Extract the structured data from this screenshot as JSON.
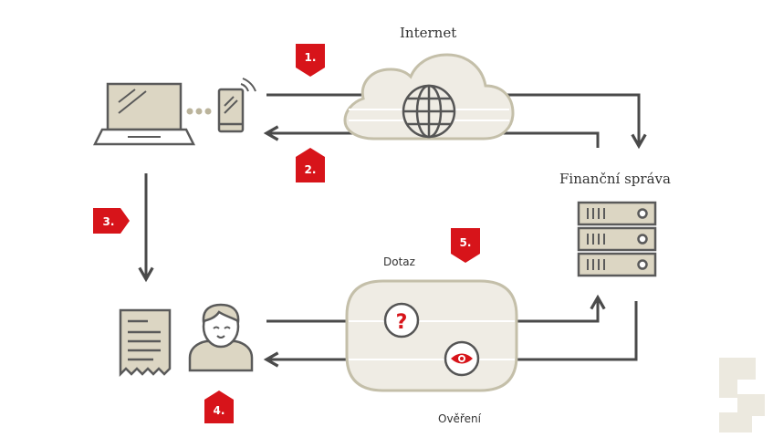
{
  "labels": {
    "internet": "Internet",
    "financni_sprava": "Finanční správa",
    "dotaz": "Dotaz",
    "overeni": "Ověření"
  },
  "steps": [
    "1.",
    "2.",
    "3.",
    "4.",
    "5."
  ],
  "icons": {
    "laptop": "laptop-icon",
    "phone": "smartphone-icon",
    "cloud": "cloud-icon",
    "globe": "globe-icon",
    "server": "server-icon",
    "receipt": "receipt-icon",
    "person": "person-icon",
    "question": "question-mark-icon",
    "eye": "eye-icon",
    "logo": "brand-logo"
  },
  "colors": {
    "badge": "#d7141a",
    "line": "#4a4a4a",
    "icon_fill": "#dcd6c3",
    "icon_stroke": "#5a5a5a",
    "cloud_fill": "#efece4",
    "cloud_stroke": "#c4bfa9",
    "logo": "#ece9df"
  }
}
